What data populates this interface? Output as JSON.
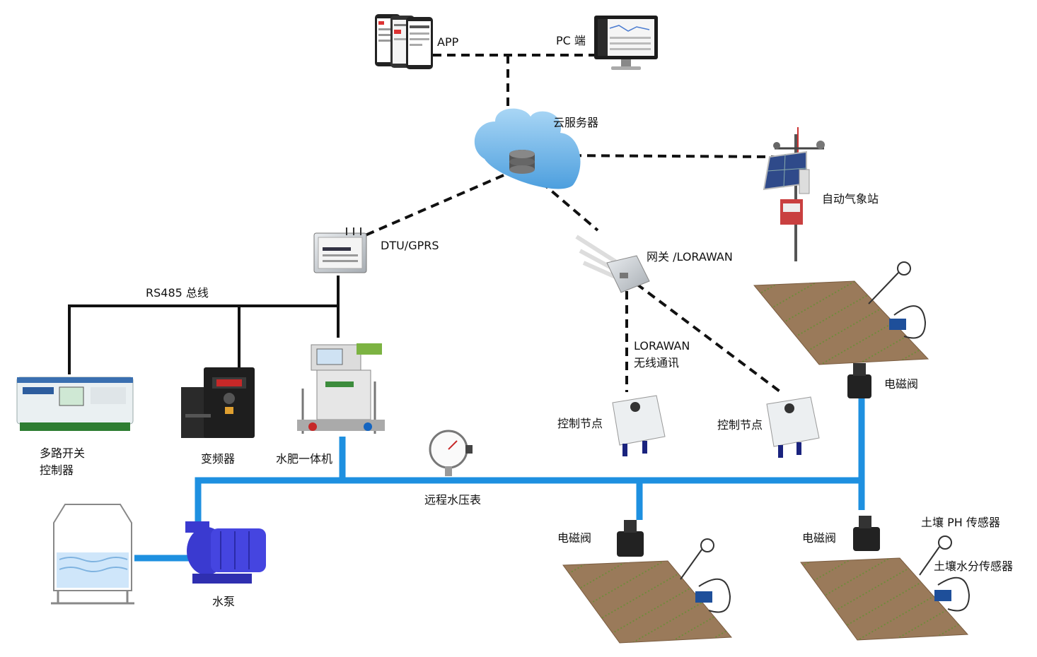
{
  "colors": {
    "network_dashed": "#111111",
    "bus": "#111111",
    "pipe": "#1e90e0",
    "cloud": "#6fb4e8",
    "field": "#9a7a5a",
    "pump": "#3a3ad0"
  },
  "labels": {
    "app": "APP",
    "pc": "PC 端",
    "cloud_server": "云服务器",
    "weather_station": "自动气象站",
    "dtu": "DTU/GPRS",
    "gateway": "网关 /LORAWAN",
    "rs485": "RS485 总线",
    "lorawan_line1": "LORAWAN",
    "lorawan_line2": "无线通讯",
    "control_node_1": "控制节点",
    "control_node_2": "控制节点",
    "multi_switch_line1": "多路开关",
    "multi_switch_line2": "控制器",
    "inverter": "变频器",
    "fertigation": "水肥一体机",
    "pressure_gauge": "远程水压表",
    "pump": "水泵",
    "valve_1": "电磁阀",
    "valve_2": "电磁阀",
    "valve_3": "电磁阀",
    "soil_ph": "土壤 PH 传感器",
    "soil_moisture": "土壤水分传感器"
  },
  "icons": [
    "mobile-app-icon",
    "pc-monitor-icon",
    "cloud-server-icon",
    "weather-station-icon",
    "dtu-device-icon",
    "lora-gateway-icon",
    "multi-switch-controller-icon",
    "frequency-inverter-icon",
    "fertigation-machine-icon",
    "pressure-gauge-icon",
    "water-tank-icon",
    "water-pump-icon",
    "control-node-icon",
    "solenoid-valve-icon",
    "soil-sensor-icon",
    "field-plot-icon"
  ]
}
